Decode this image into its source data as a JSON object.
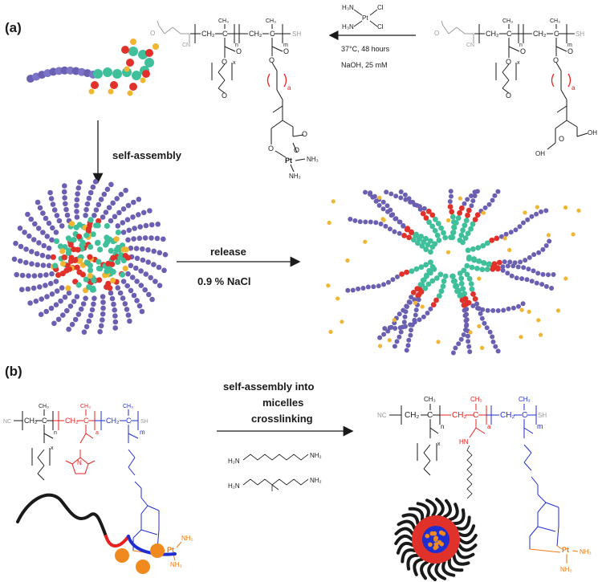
{
  "panels": {
    "a": {
      "label": "(a)",
      "reagent": {
        "atoms": {
          "h3n_1": "H₃N",
          "h3n_2": "H₃N",
          "cl_1": "Cl",
          "cl_2": "Cl",
          "pt": "Pt"
        },
        "condition_1": "37°C, 48 hours",
        "condition_2": "NaOH, 25 mM"
      },
      "step_self_assembly": "self-assembly",
      "step_release": "release",
      "step_medium": "0.9 % NaCl",
      "polymer_left": {
        "ch2_1": "CH₂",
        "c_1": "C",
        "ch3_1": "CH₃",
        "ch2_2": "CH₂",
        "c_2": "C",
        "ch3_2": "CH₃",
        "n": "n",
        "m": "m",
        "x": "x",
        "a": "a",
        "sh": "SH",
        "cn": "CN",
        "o_list": [
          "O",
          "O",
          "O",
          "O",
          "O",
          "O",
          "O",
          "O",
          "O"
        ],
        "pt": "Pt",
        "nh3_1": "NH₃",
        "nh3_2": "NH₃"
      },
      "polymer_right": {
        "ch2_1": "CH₂",
        "c_1": "C",
        "ch3_1": "CH₃",
        "ch2_2": "CH₂",
        "c_2": "C",
        "ch3_2": "CH₃",
        "n": "n",
        "m": "m",
        "x": "x",
        "a": "a",
        "sh": "SH",
        "cn": "CN",
        "o_list": [
          "O",
          "O",
          "O",
          "O",
          "O",
          "O",
          "O"
        ],
        "oh_1": "OH",
        "oh_2": "OH"
      }
    },
    "b": {
      "label": "(b)",
      "arrow_text_1": "self-assembly into",
      "arrow_text_2": "micelles",
      "arrow_text_3": "crosslinking",
      "crosslinkers": {
        "h2n_1": "H₂N",
        "nh2_1": "NH₂",
        "h2n_2": "H₂N",
        "nh2_2": "NH₂"
      },
      "polymer_left": {
        "nc": "NC",
        "ch2_1": "CH₂",
        "c_1": "C",
        "ch3_1": "CH₃",
        "ch2_2": "CH₂",
        "c_2": "C",
        "ch3_2": "CH₃",
        "ch2_3": "CH₂",
        "c_3": "C",
        "ch3_3": "CH₃",
        "n": "n",
        "a": "a",
        "m": "m",
        "x": "x",
        "sh": "SH",
        "n_atom": "N",
        "pt": "Pt",
        "nh3_1": "NH₃",
        "nh3_2": "NH₃"
      },
      "polymer_right": {
        "nc": "NC",
        "ch2_1": "CH₂",
        "c_1": "C",
        "ch3_1": "CH₃",
        "ch2_2": "CH₂",
        "c_2": "C",
        "ch3_2": "CH₃",
        "ch2_3": "CH₂",
        "c_3": "C",
        "ch3_3": "CH₃",
        "n": "n",
        "a": "a",
        "m": "m",
        "x": "x",
        "sh": "SH",
        "hn": "HN",
        "pt": "Pt",
        "nh3_1": "NH₃",
        "nh3_2": "NH₃"
      }
    }
  },
  "colors": {
    "black": "#1a1a1a",
    "gray": "#9a9a9a",
    "red": "#e8201e",
    "blue": "#1f2ed1",
    "orange": "#ee7a12",
    "purple": "#6a5fb0",
    "teal": "#3fbf9a",
    "gold": "#f0b531",
    "micelle_red": "#e0312a",
    "micelle_black": "#1a1a1a"
  }
}
